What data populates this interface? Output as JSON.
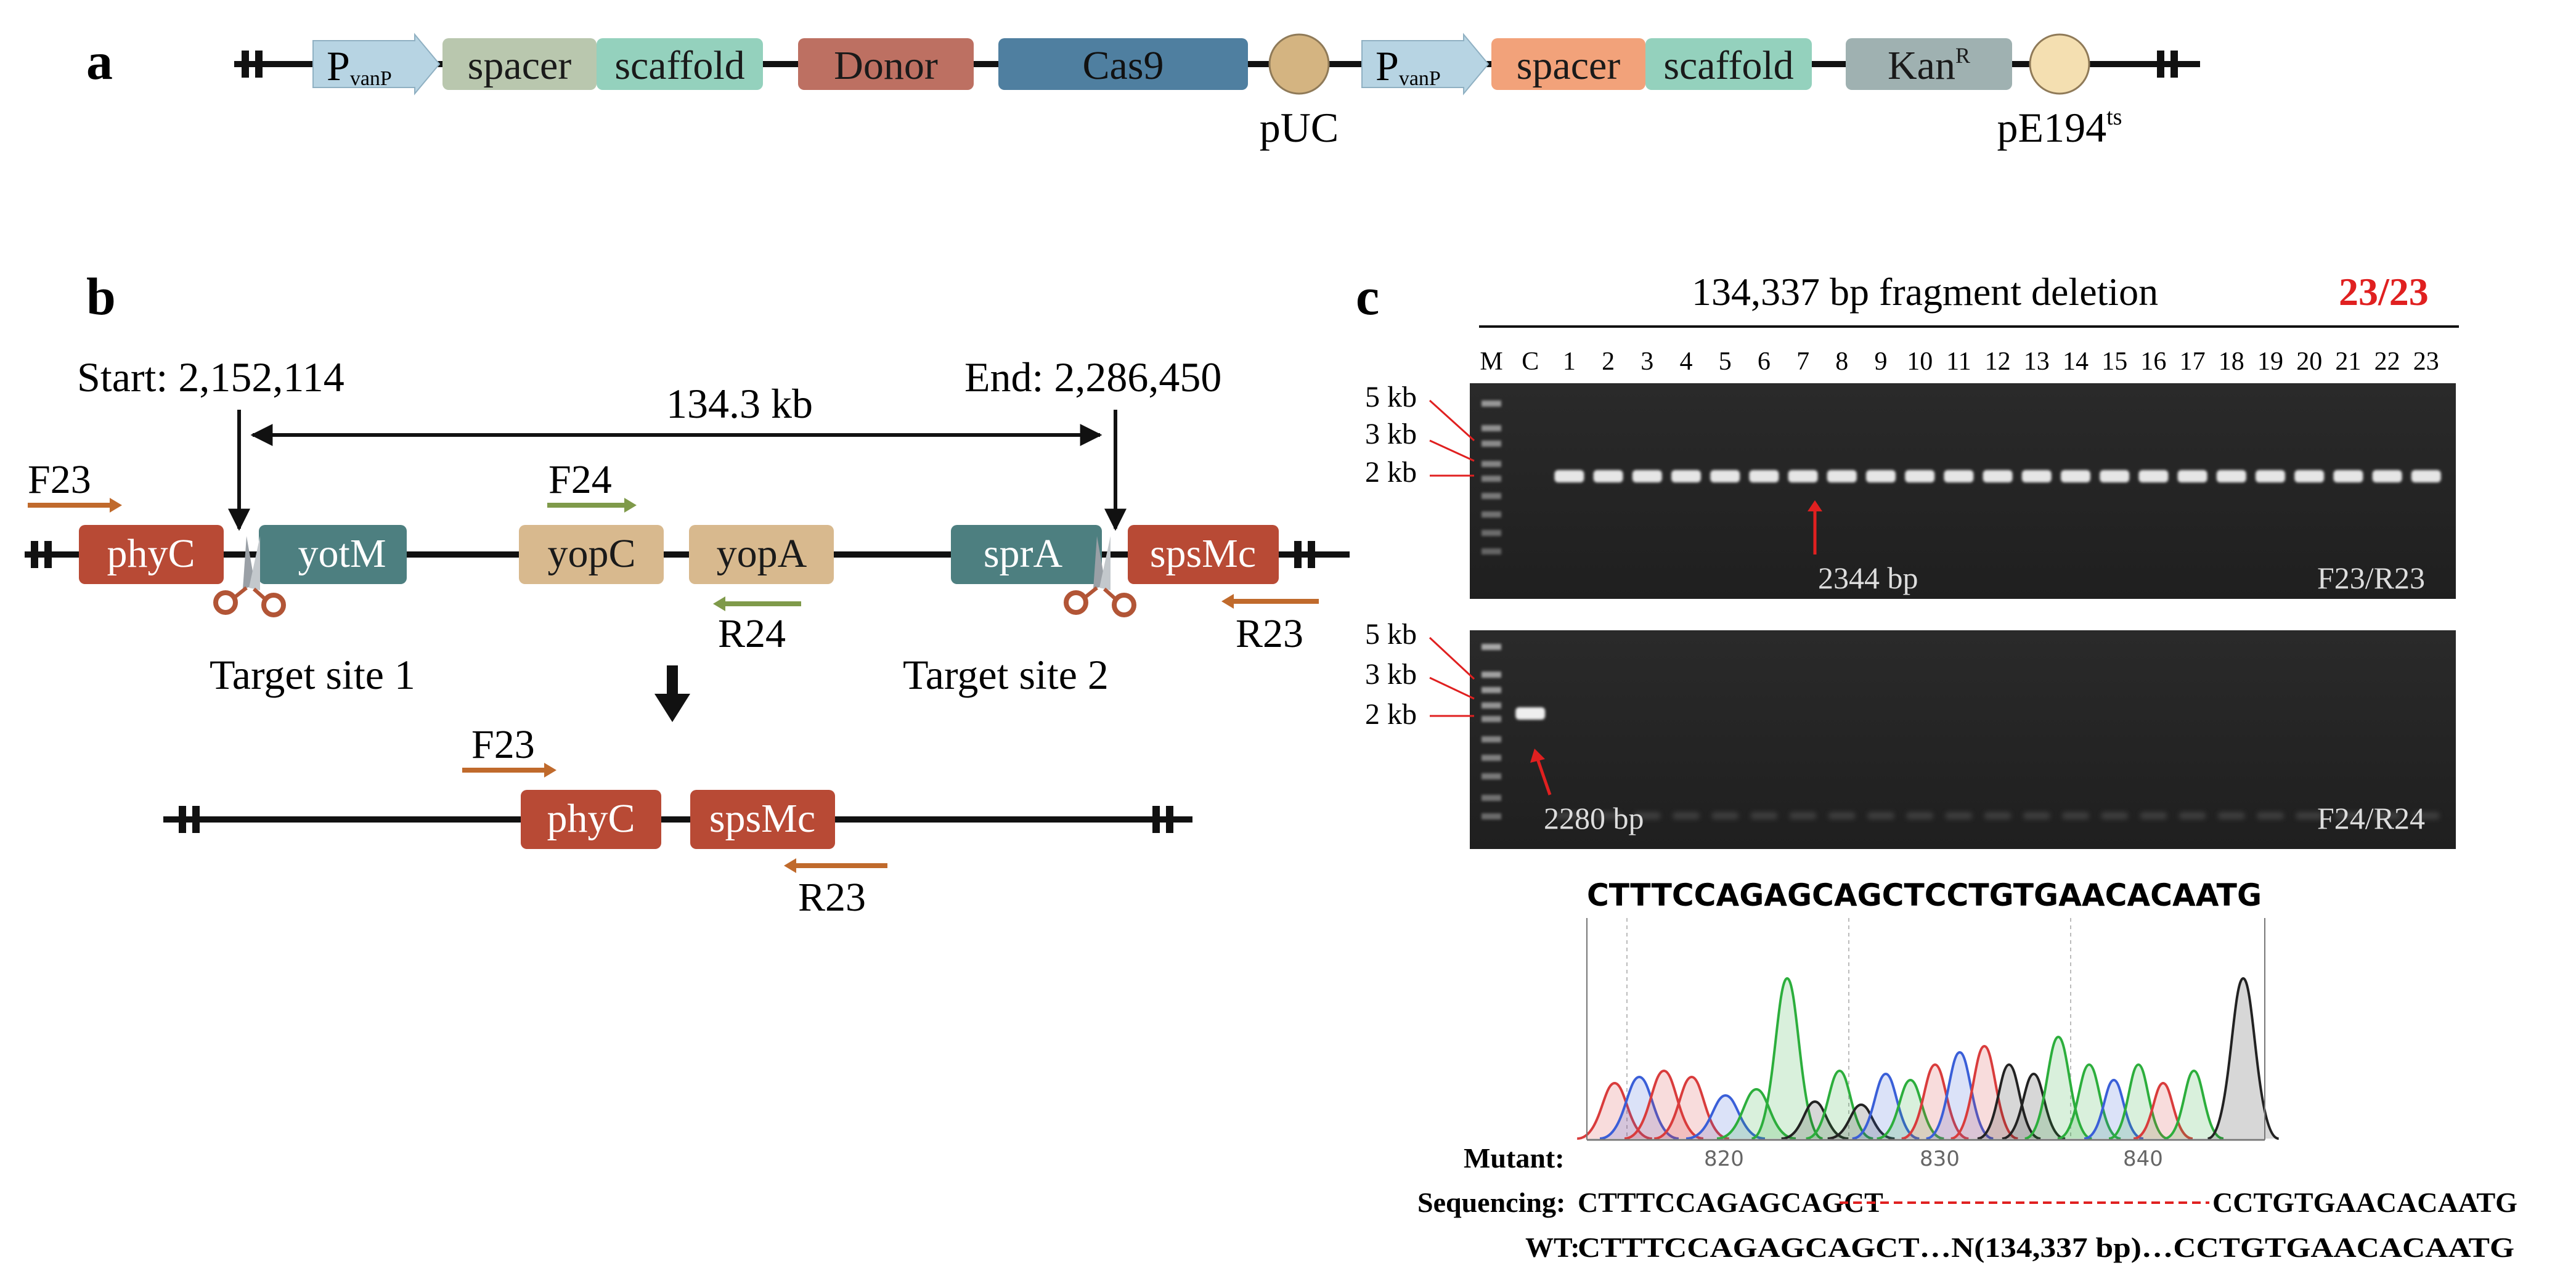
{
  "panel_a": {
    "label": "a",
    "segments": [
      {
        "name": "PvanP",
        "main": "P",
        "sub": "vanP",
        "color": "#b7d4e3",
        "shape": "arrow"
      },
      {
        "name": "spacer",
        "main": "spacer",
        "color": "#b9c7ae",
        "shape": "box"
      },
      {
        "name": "scaffold",
        "main": "scaffold",
        "color": "#94d1bd",
        "shape": "box"
      },
      {
        "name": "Donor",
        "main": "Donor",
        "color": "#bd7062",
        "shape": "box"
      },
      {
        "name": "Cas9",
        "main": "Cas9",
        "color": "#4f7fa0",
        "shape": "box"
      },
      {
        "name": "pUC",
        "main": "pUC",
        "color": "#d4b481",
        "shape": "circle"
      },
      {
        "name": "PvanP-2",
        "main": "P",
        "sub": "vanP",
        "color": "#b7d4e3",
        "shape": "arrow"
      },
      {
        "name": "spacer-2",
        "main": "spacer",
        "color": "#f2a27a",
        "shape": "box"
      },
      {
        "name": "scaffold-2",
        "main": "scaffold",
        "color": "#94d1bd",
        "shape": "box"
      },
      {
        "name": "KanR",
        "main": "Kan",
        "sup": "R",
        "color": "#9fb1b1",
        "shape": "box"
      },
      {
        "name": "pE194ts",
        "main": "pE194",
        "sup": "ts",
        "color": "#f4dfb1",
        "shape": "circle"
      }
    ]
  },
  "panel_b": {
    "label": "b",
    "start": "Start: 2,152,114",
    "end": "End: 2,286,450",
    "span": "134.3 kb",
    "genes": {
      "phyC": "phyC",
      "yotM": "yotM",
      "yopC": "yopC",
      "yopA": "yopA",
      "sprA": "sprA",
      "spsMc": "spsMc"
    },
    "primers": {
      "F23": "F23",
      "F24": "F24",
      "R24": "R24",
      "R23": "R23"
    },
    "target_site_1": "Target site 1",
    "target_site_2": "Target site 2",
    "colors": {
      "red_gene": "#b84a35",
      "teal_gene": "#4d7f80",
      "tan_gene": "#d8b98e",
      "orange_primer": "#c06a2c",
      "green_primer": "#7f9a4a"
    }
  },
  "panel_c": {
    "label": "c",
    "header": "134,337 bp fragment deletion",
    "ratio": "23/23",
    "lanes": [
      "M",
      "C",
      "1",
      "2",
      "3",
      "4",
      "5",
      "6",
      "7",
      "8",
      "9",
      "10",
      "11",
      "12",
      "13",
      "14",
      "15",
      "16",
      "17",
      "18",
      "19",
      "20",
      "21",
      "22",
      "23"
    ],
    "ladder_labels": [
      "5 kb",
      "3 kb",
      "2 kb"
    ],
    "gel1_band": "2344 bp",
    "gel1_primers": "F23/R23",
    "gel2_band": "2280 bp",
    "gel2_primers": "F24/R24",
    "seq_top": "CTTTCCAGAGCAGCTCCTGTGAACACAATG",
    "chromatogram_ticks": [
      "820",
      "830",
      "840"
    ],
    "mutant_label": "Mutant:",
    "sequencing_label": "Sequencing:",
    "sequencing_left": "CTTTCCAGAGCAGCT",
    "sequencing_right": "CCTGTGAACACAATG",
    "wt_label": "WT:",
    "wt_seq": "CTTTCCAGAGCAGCT…N(134,337 bp)…CCTGTGAACACAATG",
    "accent": "#e02020"
  }
}
